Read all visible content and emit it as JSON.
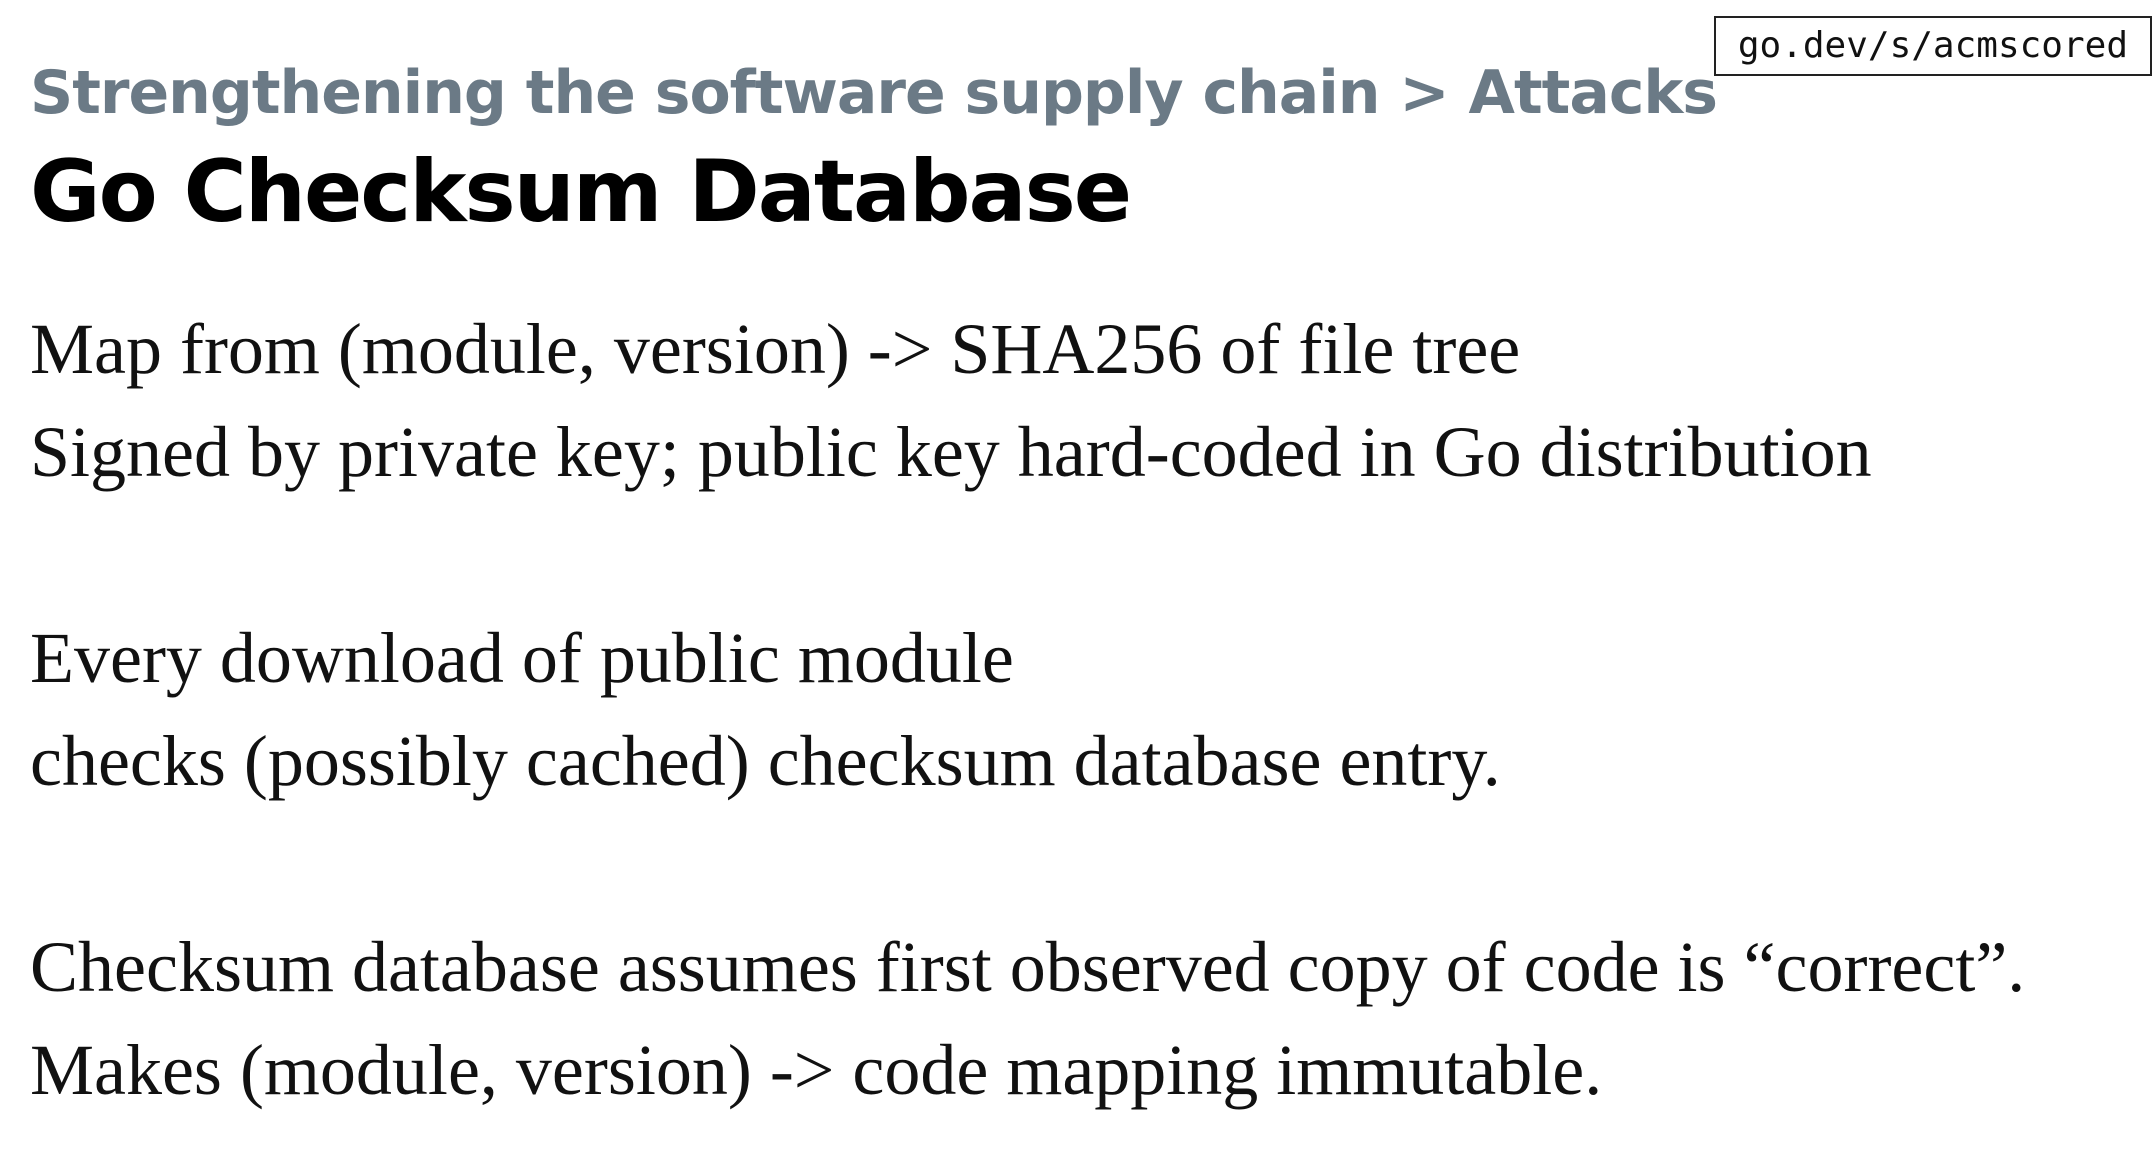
{
  "slide": {
    "short_link": "go.dev/s/acmscored",
    "breadcrumb": "Strengthening the software supply chain > Attacks",
    "title": "Go Checksum Database",
    "paragraphs": [
      {
        "lines": [
          "Map from (module, version) -> SHA256 of file tree",
          "Signed by private key; public key hard-coded in Go distribution"
        ]
      },
      {
        "lines": [
          "Every download of public module",
          "checks (possibly cached) checksum database entry."
        ]
      },
      {
        "lines": [
          "Checksum database assumes first observed copy of code is “correct”.",
          "Makes (module, version) -> code mapping immutable."
        ]
      }
    ]
  }
}
